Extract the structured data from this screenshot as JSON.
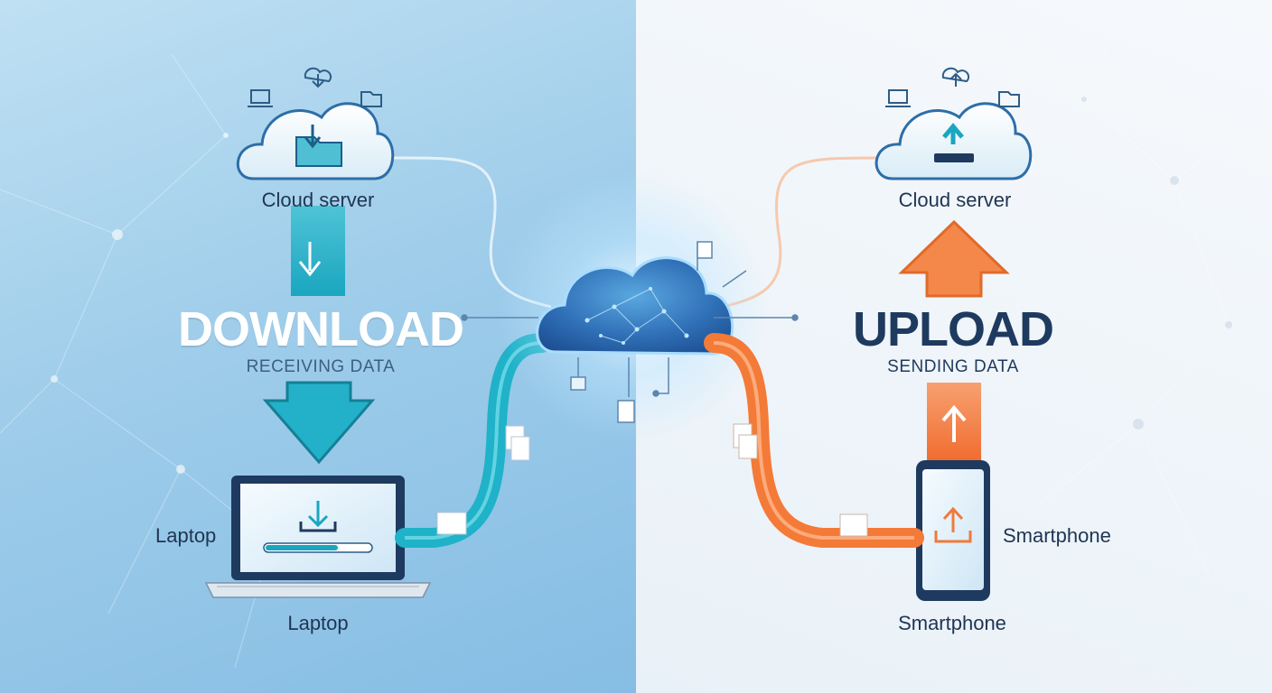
{
  "download": {
    "title": "DOWNLOAD",
    "subtitle": "RECEIVING DATA",
    "server_label": "Cloud server",
    "device_label_side": "Laptop",
    "device_label_bottom": "Laptop"
  },
  "upload": {
    "title": "UPLOAD",
    "subtitle": "SENDING DATA",
    "server_label": "Cloud server",
    "device_label_side": "Smartphone",
    "device_label_bottom": "Smartphone"
  },
  "colors": {
    "download_accent": "#1aa6c0",
    "upload_accent": "#f07a3c",
    "title_dark": "#1f3a5f"
  }
}
